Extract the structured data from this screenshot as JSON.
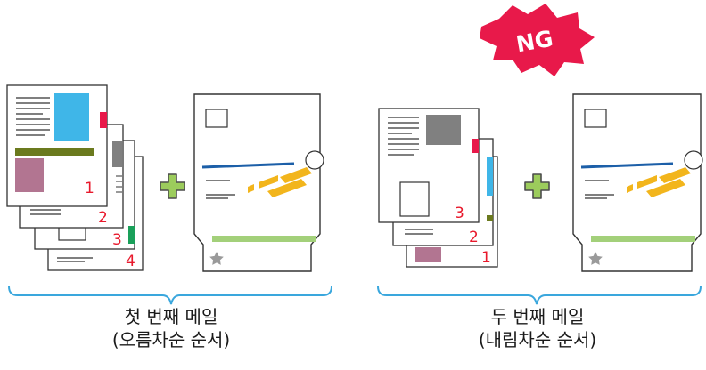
{
  "ng_badge": {
    "label": "NG",
    "color": "#e8194a"
  },
  "colors": {
    "accent_blue": "#3fb6e8",
    "bracket_blue": "#3aa7dd",
    "olive": "#6b7a1e",
    "mauve": "#b27591",
    "gray_block": "#808080",
    "red_tab": "#e8194a",
    "green_tab": "#1aa05a",
    "number_red": "#e8192c",
    "plus_green": "#9ccc5c",
    "envelope_blue": "#1c5fa8",
    "envelope_yellow": "#f2b51c",
    "envelope_green": "#a3d07a",
    "star_gray": "#9a9a9a"
  },
  "left_group": {
    "page_numbers": [
      "1",
      "2",
      "3",
      "4"
    ],
    "caption_line1": "첫 번째 메일",
    "caption_line2": "(오름차순 순서)"
  },
  "right_group": {
    "page_numbers": [
      "3",
      "2",
      "1"
    ],
    "caption_line1": "두 번째 메일",
    "caption_line2": "(내림차순 순서)"
  },
  "icons": [
    "plus-icon",
    "star-icon",
    "envelope-icon",
    "document-icon"
  ]
}
